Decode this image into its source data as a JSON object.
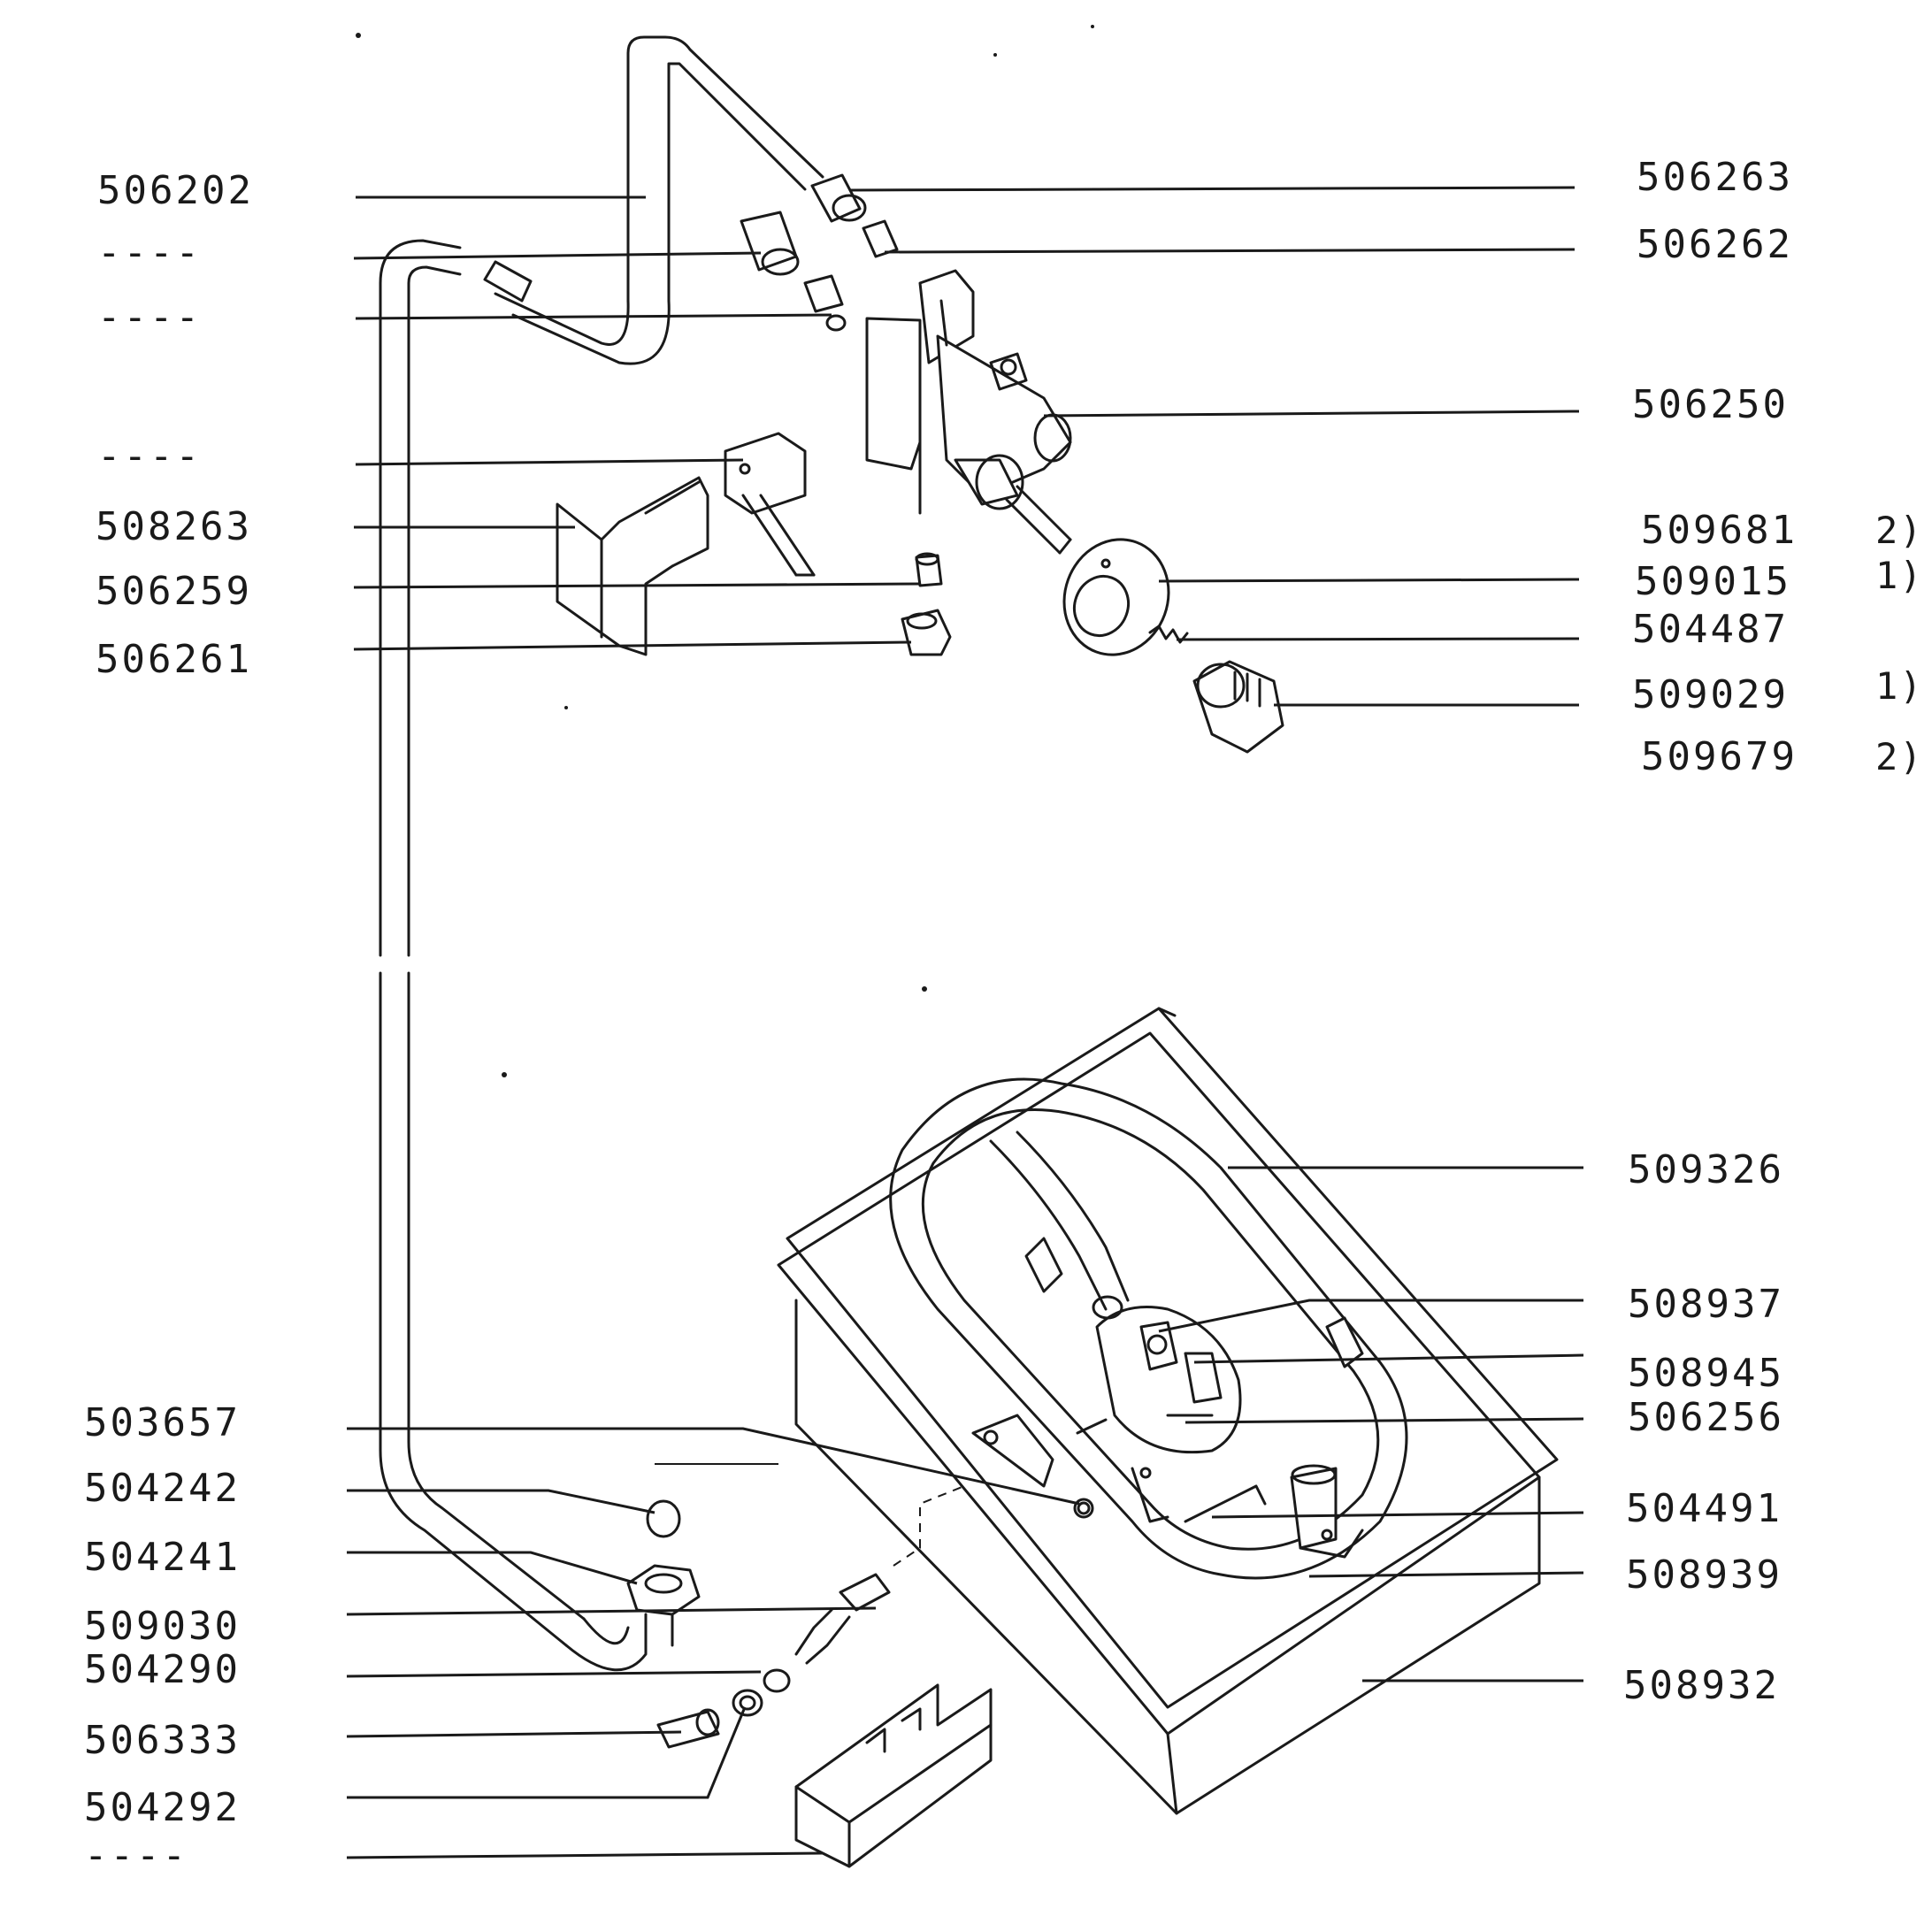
{
  "labels_left": [
    {
      "id": "506202",
      "text": "506202"
    },
    {
      "id": "dash-1",
      "text": "----"
    },
    {
      "id": "dash-2",
      "text": "----"
    },
    {
      "id": "dash-3",
      "text": "----"
    },
    {
      "id": "508263",
      "text": "508263"
    },
    {
      "id": "506259",
      "text": "506259"
    },
    {
      "id": "506261",
      "text": "506261"
    },
    {
      "id": "503657",
      "text": "503657"
    },
    {
      "id": "504242",
      "text": "504242"
    },
    {
      "id": "504241",
      "text": "504241"
    },
    {
      "id": "509030",
      "text": "509030"
    },
    {
      "id": "504290",
      "text": "504290"
    },
    {
      "id": "506333",
      "text": "506333"
    },
    {
      "id": "504292",
      "text": "504292"
    },
    {
      "id": "dash-4",
      "text": "----"
    }
  ],
  "labels_right": [
    {
      "id": "506263",
      "text": "506263"
    },
    {
      "id": "506262",
      "text": "506262"
    },
    {
      "id": "506250",
      "text": "506250"
    },
    {
      "id": "509681",
      "text": "509681",
      "note": "2)"
    },
    {
      "id": "509015",
      "text": "509015",
      "note": "1)"
    },
    {
      "id": "504487",
      "text": "504487"
    },
    {
      "id": "509029",
      "text": "509029",
      "note": "1)"
    },
    {
      "id": "509679",
      "text": "509679",
      "note": "2)"
    },
    {
      "id": "509326",
      "text": "509326"
    },
    {
      "id": "508937",
      "text": "508937"
    },
    {
      "id": "508945",
      "text": "508945"
    },
    {
      "id": "506256",
      "text": "506256"
    },
    {
      "id": "504491",
      "text": "504491"
    },
    {
      "id": "508939",
      "text": "508939"
    },
    {
      "id": "508932",
      "text": "508932"
    }
  ]
}
